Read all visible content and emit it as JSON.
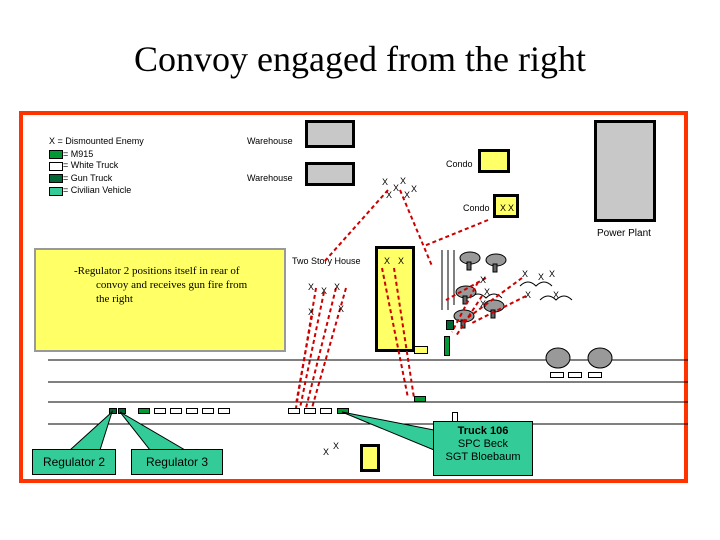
{
  "title": "Convoy engaged from the right",
  "legend": {
    "dismounted": "X = Dismounted Enemy",
    "m915": "= M915",
    "white_truck": "= White Truck",
    "gun_truck": "= Gun Truck",
    "civilian": "= Civilian Vehicle"
  },
  "buildings": {
    "warehouse_1": "Warehouse",
    "warehouse_2": "Warehouse",
    "condo_1": "Condo",
    "condo_2": "Condo",
    "power_plant": "Power Plant",
    "two_story_house": "Two Story House"
  },
  "enemy_marker": "X",
  "note": {
    "line1": "-Regulator 2 positions itself in rear of",
    "line2": "convoy and receives gun fire from",
    "line3": "the right"
  },
  "callouts": {
    "regulator_2": "Regulator 2",
    "regulator_3": "Regulator 3",
    "truck_title": "Truck 106",
    "truck_crew_1": "SPC Beck",
    "truck_crew_2": "SGT Bloebaum"
  },
  "colors": {
    "frame": "#ff3300",
    "note_bg": "#ffff66",
    "callout_bg": "#33cc99",
    "m915": "#009933",
    "fire_line": "#cc0000"
  }
}
